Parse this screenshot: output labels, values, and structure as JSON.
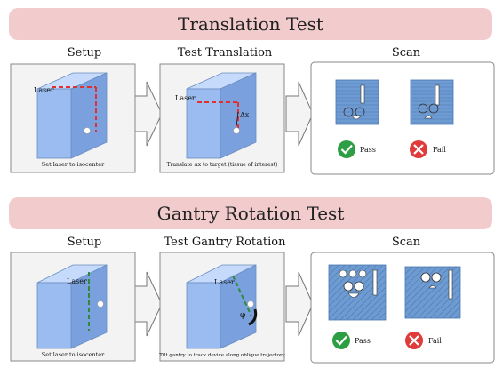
{
  "sections": {
    "translation": {
      "title": "Translation Test",
      "setup": {
        "heading": "Setup",
        "laser_label": "Laser",
        "caption": "Set laser to isocenter"
      },
      "test": {
        "heading": "Test Translation",
        "laser_label": "Laser",
        "delta_label": "Δx",
        "caption": "Translate Δx to target (tissue of interest)"
      },
      "scan": {
        "heading": "Scan",
        "pass_label": "Pass",
        "fail_label": "Fail"
      }
    },
    "rotation": {
      "title": "Gantry Rotation Test",
      "setup": {
        "heading": "Setup",
        "laser_label": "Laser",
        "caption": "Set laser to isocenter"
      },
      "test": {
        "heading": "Test Gantry Rotation",
        "laser_label": "Laser",
        "angle_label": "φ",
        "caption": "Tilt gantry to track device along oblique trajectory"
      },
      "scan": {
        "heading": "Scan",
        "pass_label": "Pass",
        "fail_label": "Fail"
      }
    }
  },
  "colors": {
    "banner": "#f2cccc",
    "box_front": "#9bbcf0",
    "box_top": "#c6dbfb",
    "box_side": "#7aa1dd",
    "laser_red": "#e03030",
    "laser_green": "#2f8a3c",
    "scan_fill": "#6e9bd1",
    "pass": "#2e9e44",
    "fail": "#e03a3a",
    "panel_bg": "#f3f3f3"
  }
}
